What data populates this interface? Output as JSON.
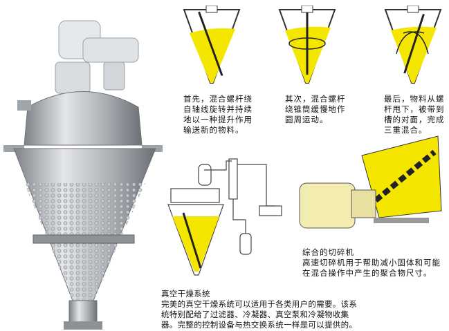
{
  "steps": [
    {
      "text": "首先，混合螺杆绕\n自轴线旋转并持续\n地以一种提升作用\n输送新的物料。"
    },
    {
      "text": "其次，混合螺杆\n绕锥筒缓慢地作\n圆周运动。"
    },
    {
      "text": "最后，物料从螺\n杆甩下，被带到\n槽的对面，完成\n三重混合。"
    }
  ],
  "grinder": {
    "title": "综合的切碎机",
    "body": "高速切碎机用于帮助减小固体和可能\n在混合操作中产生的聚合物尺寸。"
  },
  "vacuum": {
    "title": "真空干燥系统",
    "body": "完美的真空干燥系统可以适用于各类用户的需要。该系\n统特别配给了过滤器、冷凝器、真空泵和冷凝物收集\n器。完整的控制设备与热交换系统一样是可以提供的。"
  },
  "colors": {
    "material": "#f5e600",
    "steel": "#b8bcc0",
    "motor": "#dfe3e6"
  }
}
